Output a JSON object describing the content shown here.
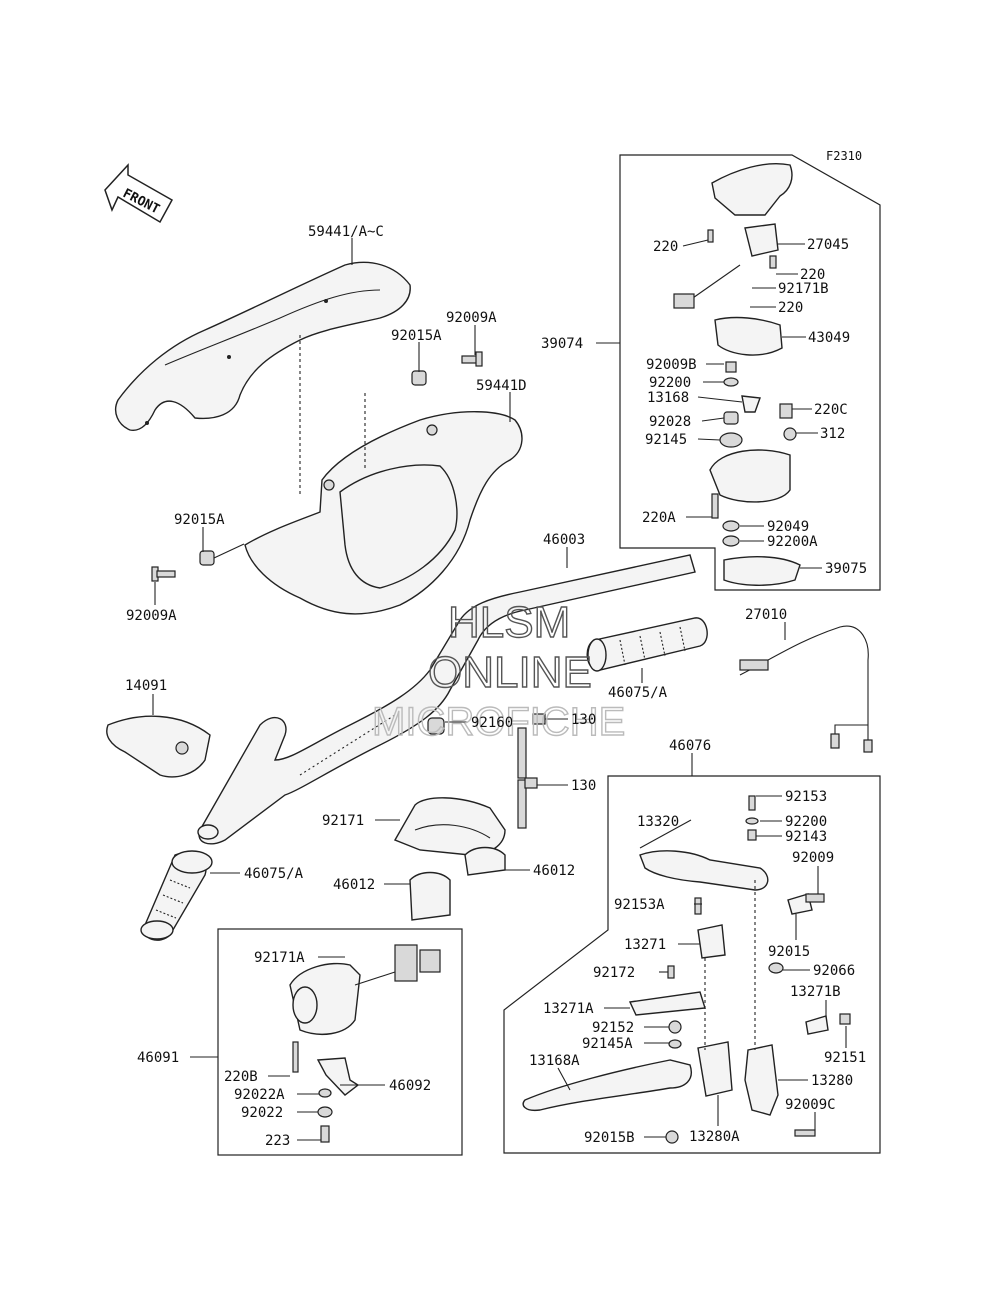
{
  "figure_code": "F2310",
  "front_label": "FRONT",
  "watermark": {
    "line1": "HLSM",
    "line2": "ONLINE",
    "line3": "MICROFICHE"
  },
  "labels": {
    "p59441": "59441/A~C",
    "p92009A_top": "92009A",
    "p92015A_top": "92015A",
    "p59441D": "59441D",
    "p92015A_left": "92015A",
    "p92009A_left": "92009A",
    "p46003": "46003",
    "p14091": "14091",
    "p46075A_right": "46075/A",
    "p46075A_left": "46075/A",
    "p92160": "92160",
    "p130a": "130",
    "p130b": "130",
    "p92171": "92171",
    "p46012a": "46012",
    "p46012b": "46012",
    "p27010": "27010",
    "p46076": "46076",
    "p39074": "39074",
    "p220a": "220",
    "p27045": "27045",
    "p220b": "220",
    "p92171B": "92171B",
    "p220c": "220",
    "p43049": "43049",
    "p92009B": "92009B",
    "p92200": "92200",
    "p13168": "13168",
    "p220C": "220C",
    "p92028": "92028",
    "p312": "312",
    "p92145": "92145",
    "p220A": "220A",
    "p92049": "92049",
    "p92200A": "92200A",
    "p39075": "39075",
    "p92153": "92153",
    "p13320": "13320",
    "p92200b": "92200",
    "p92143": "92143",
    "p92009": "92009",
    "p92153A": "92153A",
    "p13271": "13271",
    "p92015": "92015",
    "p92172": "92172",
    "p92066": "92066",
    "p13271A": "13271A",
    "p13271B": "13271B",
    "p92152": "92152",
    "p92151": "92151",
    "p92145A": "92145A",
    "p13168A": "13168A",
    "p13280": "13280",
    "p92009C": "92009C",
    "p92015B": "92015B",
    "p13280A": "13280A",
    "p92171A": "92171A",
    "p46091": "46091",
    "p220B": "220B",
    "p46092": "46092",
    "p92022A": "92022A",
    "p92022": "92022",
    "p223": "223"
  }
}
